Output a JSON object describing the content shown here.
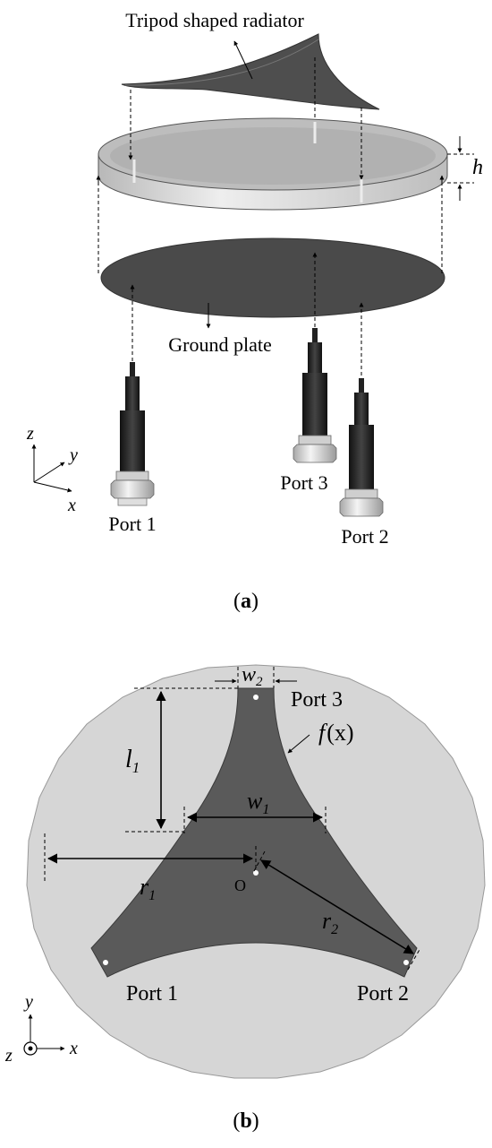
{
  "panel_a": {
    "radiator_label": "Tripod shaped radiator",
    "height_symbol": "h",
    "ground_label": "Ground plate",
    "port1": "Port 1",
    "port2": "Port 2",
    "port3": "Port 3",
    "axis_z": "z",
    "axis_y": "y",
    "axis_x": "x",
    "caption_open": "(",
    "caption_letter": "a",
    "caption_close": ")"
  },
  "panel_b": {
    "w2": "w",
    "w2_sub": "2",
    "l1": "l",
    "l1_sub": "1",
    "w1": "w",
    "w1_sub": "1",
    "r1": "r",
    "r1_sub": "1",
    "r2": "r",
    "r2_sub": "2",
    "origin": "O",
    "fx_f": "f",
    "fx_arg": "(x)",
    "port1": "Port 1",
    "port2": "Port 2",
    "port3": "Port 3",
    "axis_y": "y",
    "axis_z": "z",
    "axis_x": "x",
    "caption_open": "(",
    "caption_letter": "b",
    "caption_close": ")"
  },
  "colors": {
    "radiator": "#565656",
    "substrate": "#c9c9c9",
    "ground": "#4f4f4f",
    "connector_body": "#2a2a2a",
    "connector_nut": "#d8d8d8",
    "background_disk": "#d6d6d6",
    "tripod": "#5a5a5a"
  }
}
